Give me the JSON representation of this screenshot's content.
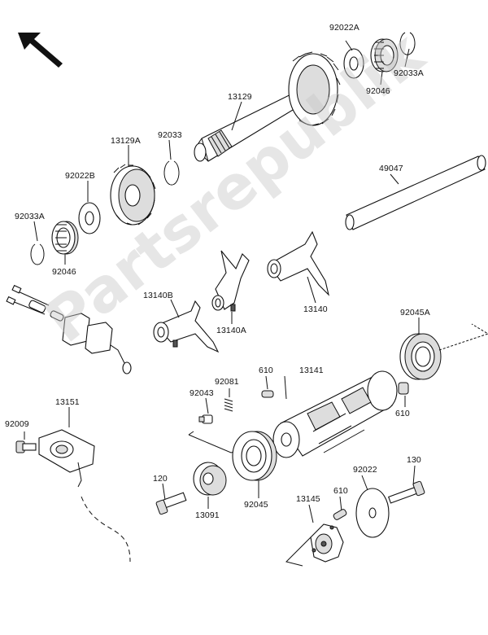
{
  "diagram": {
    "watermark": "Partsrepublik",
    "labels": {
      "p13129": "13129",
      "p92022A": "92022A",
      "p92033A_top": "92033A",
      "p92046_top": "92046",
      "p13129A": "13129A",
      "p92033": "92033",
      "p92022B": "92022B",
      "p92033A_left": "92033A",
      "p92046_left": "92046",
      "p49047": "49047",
      "p13140B": "13140B",
      "p13140A": "13140A",
      "p13140": "13140",
      "p92045A": "92045A",
      "p610_a": "610",
      "p13141": "13141",
      "p610_b": "610",
      "p92081": "92081",
      "p92043": "92043",
      "p92009": "92009",
      "p13151": "13151",
      "p120": "120",
      "p13091": "13091",
      "p92045": "92045",
      "p92022": "92022",
      "p130": "130",
      "p13145": "13145",
      "p610_c": "610"
    }
  }
}
